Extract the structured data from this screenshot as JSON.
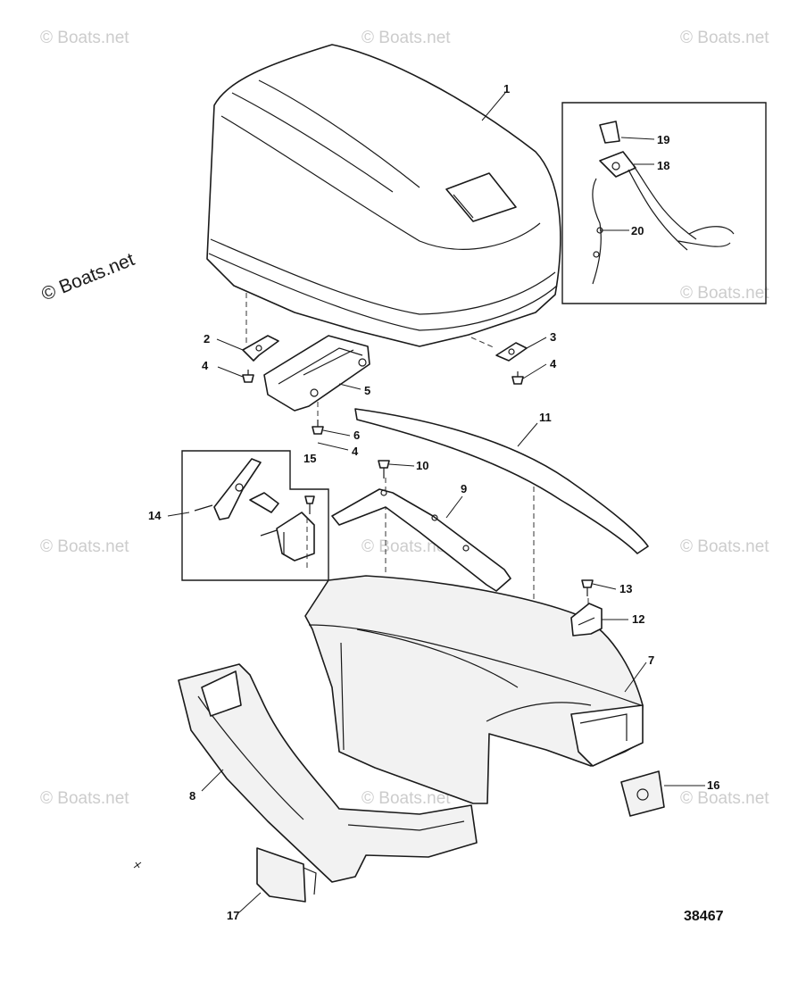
{
  "drawing_number": "38467",
  "watermark": "© Boats.net",
  "callouts": [
    {
      "id": "c1",
      "label": "1"
    },
    {
      "id": "c2",
      "label": "2"
    },
    {
      "id": "c3",
      "label": "3"
    },
    {
      "id": "c4a",
      "label": "4"
    },
    {
      "id": "c4b",
      "label": "4"
    },
    {
      "id": "c4c",
      "label": "4"
    },
    {
      "id": "c5",
      "label": "5"
    },
    {
      "id": "c6",
      "label": "6"
    },
    {
      "id": "c7",
      "label": "7"
    },
    {
      "id": "c8",
      "label": "8"
    },
    {
      "id": "c9",
      "label": "9"
    },
    {
      "id": "c10",
      "label": "10"
    },
    {
      "id": "c11",
      "label": "11"
    },
    {
      "id": "c12",
      "label": "12"
    },
    {
      "id": "c13",
      "label": "13"
    },
    {
      "id": "c14",
      "label": "14"
    },
    {
      "id": "c15",
      "label": "15"
    },
    {
      "id": "c16",
      "label": "16"
    },
    {
      "id": "c17",
      "label": "17"
    },
    {
      "id": "c18",
      "label": "18"
    },
    {
      "id": "c19",
      "label": "19"
    },
    {
      "id": "c20",
      "label": "20"
    }
  ]
}
